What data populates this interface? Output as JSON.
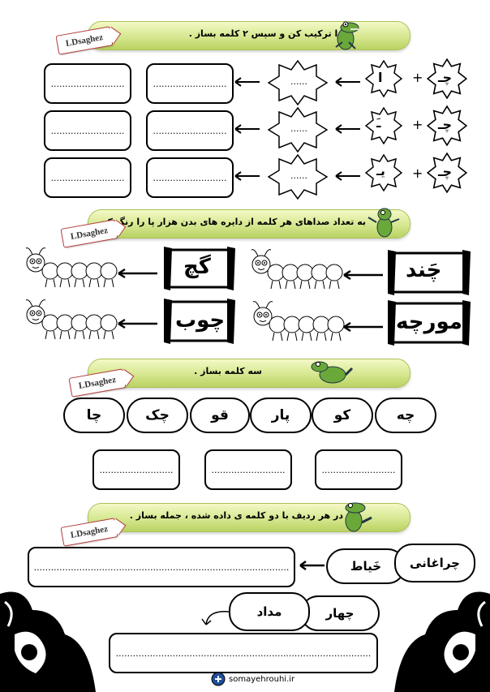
{
  "logo_tag": "LDsaghez",
  "sections": {
    "s1": {
      "instruction": "ابتدا ترکیب کن و سپس ۲ کلمه بساز ."
    },
    "s2": {
      "instruction": "به تعداد صداهای هر کلمه از دایره های بدن هزار پا را رنگ کن ."
    },
    "s3": {
      "instruction": "سه کلمه بساز ."
    },
    "s4": {
      "instruction": "در هر ردیف با دو کلمه ی داده شده ، جمله بساز ."
    }
  },
  "combine_rows": [
    {
      "first": "چـ",
      "vowel": "ا",
      "result": "......",
      "plus": "+"
    },
    {
      "first": "چـ",
      "vowel": "ـَ",
      "result": "......",
      "plus": "+"
    },
    {
      "first": "چـ",
      "vowel": "یـ",
      "result": "......",
      "plus": "+"
    }
  ],
  "answer_dots": "..........................",
  "centipede_words": [
    "چَند",
    "گچ",
    "مورچه",
    "چوب"
  ],
  "syllables": [
    "چه",
    "کو",
    "پار",
    "قو",
    "چک",
    "چا"
  ],
  "sentence_words": [
    {
      "a": "چراغانی",
      "b": "خَیاط"
    },
    {
      "a": "چهار",
      "b": "مداد"
    }
  ],
  "long_dots": "..........................................................................................",
  "footer_site": "somayehrouhi.ir",
  "colors": {
    "banner": "#d2e58a",
    "tag_border": "#b23a3a"
  }
}
